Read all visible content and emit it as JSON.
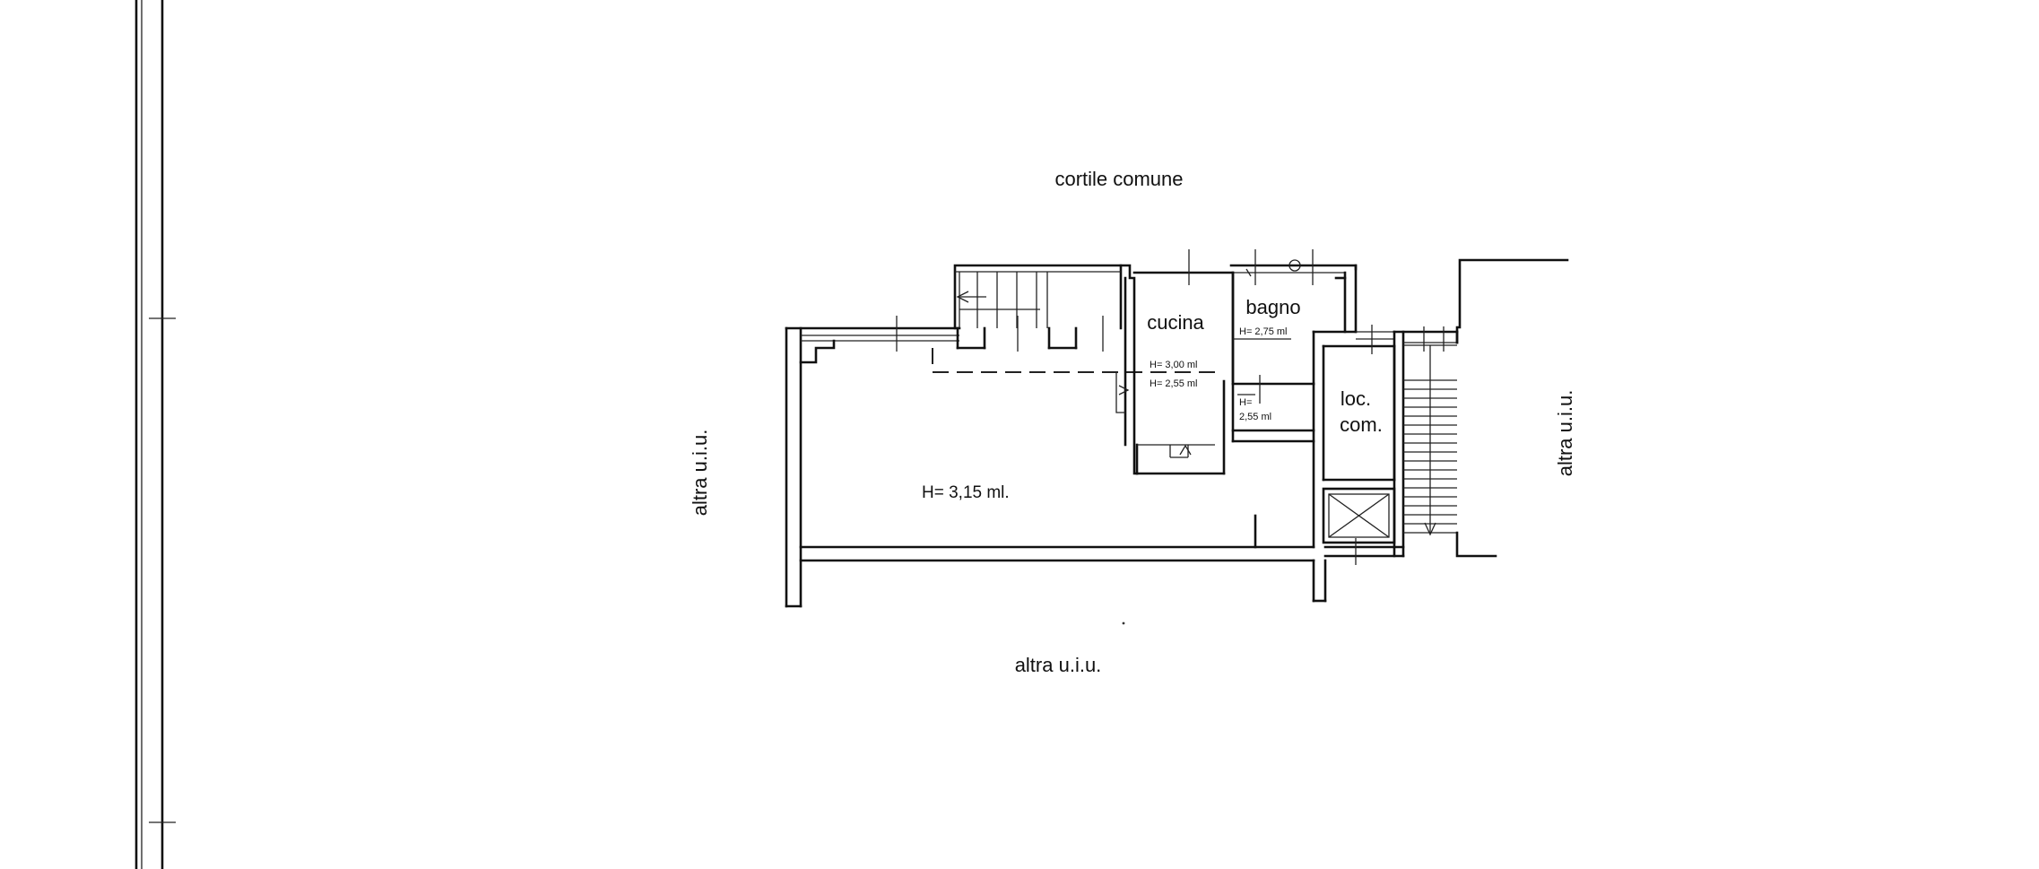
{
  "labels": {
    "courtyard": "cortile comune",
    "kitchen": "cucina",
    "bathroom": "bagno",
    "bathroom_height": "H= 2,75 ml",
    "kitchen_height_1": "H= 3,00 ml",
    "kitchen_height_2": "H= 2,55 ml",
    "small_room_height": "H=",
    "small_room_height_value": "2,55 ml",
    "common_room_line1": "loc.",
    "common_room_line2": "com.",
    "main_room_height": "H= 3,15 ml.",
    "neighbor_bottom": "altra u.i.u.",
    "neighbor_left": "altra u.i.u.",
    "neighbor_right": "altra u.i.u."
  }
}
